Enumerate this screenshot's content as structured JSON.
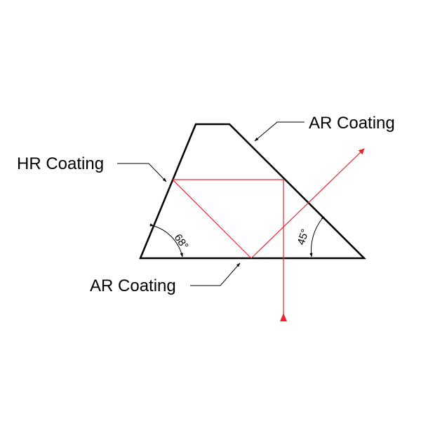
{
  "labels": {
    "ar_coating_top": "AR Coating",
    "hr_coating": "HR Coating",
    "ar_coating_bottom": "AR Coating"
  },
  "angles": {
    "left": "68°",
    "right": "45°"
  },
  "colors": {
    "outline": "#000000",
    "beam": "#e8252b"
  }
}
